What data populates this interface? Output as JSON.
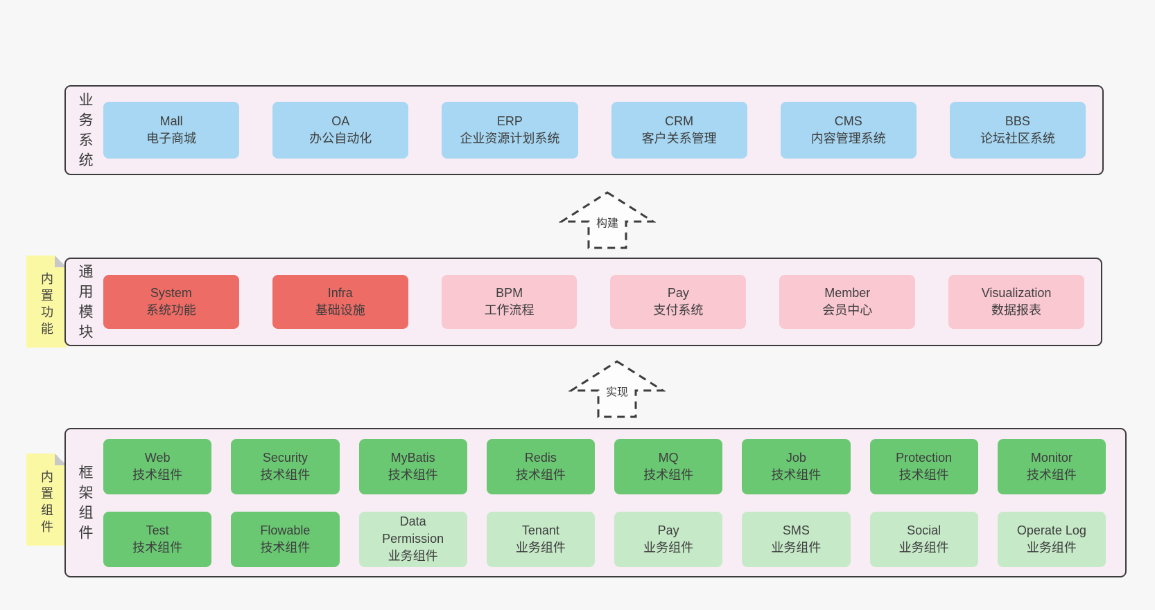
{
  "page": {
    "background": "#f7f7f7"
  },
  "colors": {
    "panel_bg": "#f8edf5",
    "panel_border": "#3c3c3c",
    "blue_box": "#a7d7f2",
    "red_box": "#ee6c66",
    "pink_box": "#f9c8d1",
    "green_box": "#6ac873",
    "green_light_box": "#c6e9c8",
    "sticky_yellow": "#fbf8a3",
    "sticky_fold": "#c8c8c8",
    "text": "#3d3d3d"
  },
  "arrows": [
    {
      "label": "构建"
    },
    {
      "label": "实现"
    }
  ],
  "layers": {
    "business": {
      "label": "业务系统",
      "items": [
        {
          "name": "Mall",
          "desc": "电子商城"
        },
        {
          "name": "OA",
          "desc": "办公自动化"
        },
        {
          "name": "ERP",
          "desc": "企业资源计划系统"
        },
        {
          "name": "CRM",
          "desc": "客户关系管理"
        },
        {
          "name": "CMS",
          "desc": "内容管理系统"
        },
        {
          "name": "BBS",
          "desc": "论坛社区系统"
        }
      ]
    },
    "modules": {
      "label": "通用模块",
      "sticky": "内置功能",
      "items": [
        {
          "name": "System",
          "desc": "系统功能",
          "variant": "red"
        },
        {
          "name": "Infra",
          "desc": "基础设施",
          "variant": "red"
        },
        {
          "name": "BPM",
          "desc": "工作流程",
          "variant": "pink"
        },
        {
          "name": "Pay",
          "desc": "支付系统",
          "variant": "pink"
        },
        {
          "name": "Member",
          "desc": "会员中心",
          "variant": "pink"
        },
        {
          "name": "Visualization",
          "desc": "数据报表",
          "variant": "pink"
        }
      ]
    },
    "framework": {
      "label": "框架组件",
      "sticky": "内置组件",
      "row1": [
        {
          "name": "Web",
          "desc": "技术组件",
          "variant": "green"
        },
        {
          "name": "Security",
          "desc": "技术组件",
          "variant": "green"
        },
        {
          "name": "MyBatis",
          "desc": "技术组件",
          "variant": "green"
        },
        {
          "name": "Redis",
          "desc": "技术组件",
          "variant": "green"
        },
        {
          "name": "MQ",
          "desc": "技术组件",
          "variant": "green"
        },
        {
          "name": "Job",
          "desc": "技术组件",
          "variant": "green"
        },
        {
          "name": "Protection",
          "desc": "技术组件",
          "variant": "green"
        },
        {
          "name": "Monitor",
          "desc": "技术组件",
          "variant": "green"
        }
      ],
      "row2": [
        {
          "name": "Test",
          "desc": "技术组件",
          "variant": "green"
        },
        {
          "name": "Flowable",
          "desc": "技术组件",
          "variant": "green"
        },
        {
          "name": "Data Permission",
          "desc": "业务组件",
          "variant": "green-light"
        },
        {
          "name": "Tenant",
          "desc": "业务组件",
          "variant": "green-light"
        },
        {
          "name": "Pay",
          "desc": "业务组件",
          "variant": "green-light"
        },
        {
          "name": "SMS",
          "desc": "业务组件",
          "variant": "green-light"
        },
        {
          "name": "Social",
          "desc": "业务组件",
          "variant": "green-light"
        },
        {
          "name": "Operate Log",
          "desc": "业务组件",
          "variant": "green-light"
        }
      ]
    }
  }
}
